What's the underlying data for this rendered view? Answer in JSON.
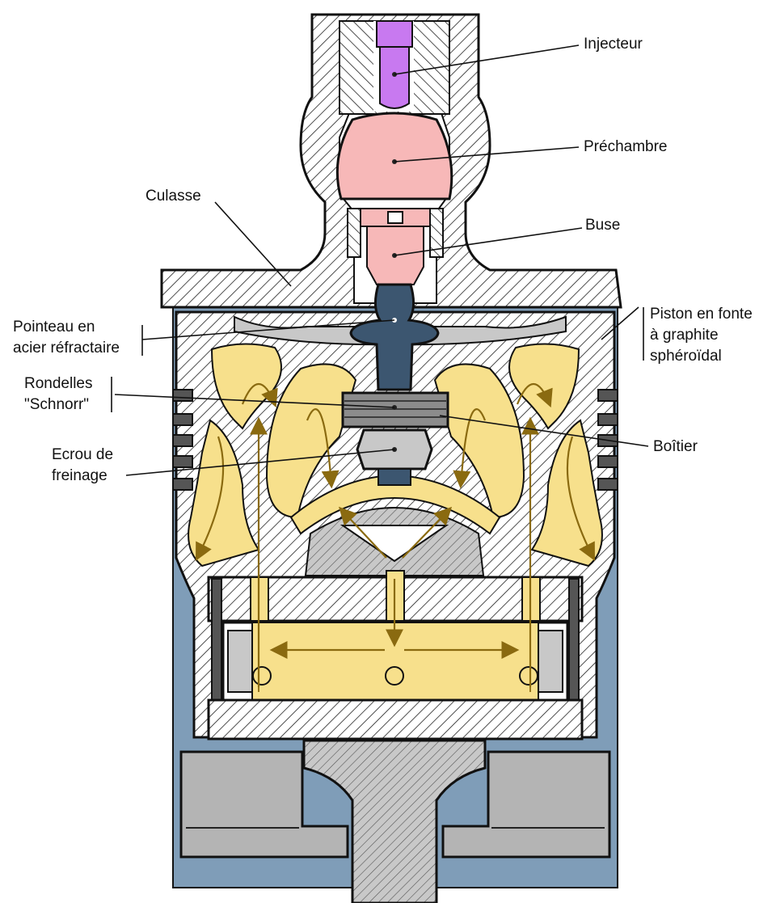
{
  "labels": {
    "injecteur": "Injecteur",
    "prechambre": "Préchambre",
    "culasse": "Culasse",
    "buse": "Buse",
    "pointeau_line1": "Pointeau en",
    "pointeau_line2": "acier réfractaire",
    "piston_line1": "Piston en fonte",
    "piston_line2": "à graphite",
    "piston_line3": "sphéroïdal",
    "rondelles_line1": "Rondelles",
    "rondelles_line2": "\"Schnorr\"",
    "boitier": "Boîtier",
    "ecrou_line1": "Ecrou de",
    "ecrou_line2": "freinage"
  },
  "colors": {
    "hatch_metal": "#ffffff",
    "steel_blue": "#7f9db8",
    "oil_yellow": "#f7e08c",
    "prechamber_pink": "#f7b8b8",
    "injector_purple": "#c879f0",
    "needle_dark_blue": "#3c5670",
    "nut_grey": "#c8c8c8",
    "skirt_grey": "#b4b4b4"
  }
}
